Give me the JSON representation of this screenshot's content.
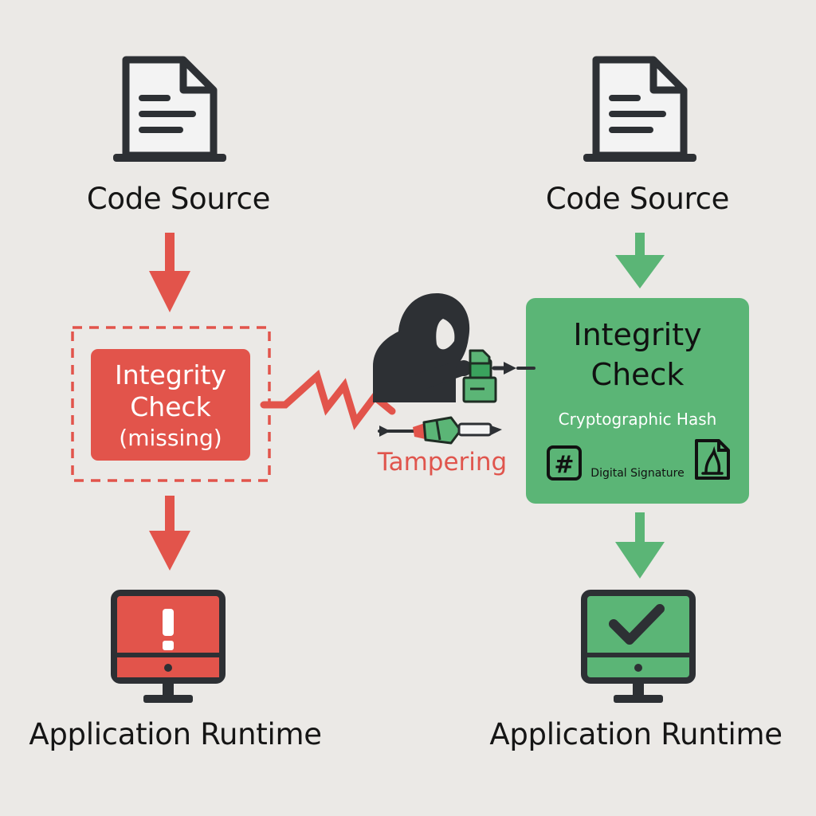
{
  "left_flow": {
    "source_label": "Code Source",
    "check_line1": "Integrity",
    "check_line2": "Check",
    "check_line3": "(missing)",
    "runtime_label": "Application Runtime"
  },
  "attack": {
    "label": "Tampering"
  },
  "right_flow": {
    "source_label": "Code Source",
    "check_line1": "Integrity",
    "check_line2": "Check",
    "hash_label": "Cryptographic Hash",
    "hash_glyph": "#",
    "signature_label": "Digital Signature",
    "runtime_label": "Application Runtime"
  },
  "colors": {
    "danger": "#e2544b",
    "safe": "#5bb576",
    "outline": "#2d3034",
    "background": "#ebe9e6"
  },
  "icons": {
    "source": "document-icon",
    "attacker": "hooded-attacker-icon",
    "runtime_bad": "alert-monitor-icon",
    "runtime_good": "check-monitor-icon",
    "hash": "hash-icon",
    "signature": "signed-document-icon"
  }
}
